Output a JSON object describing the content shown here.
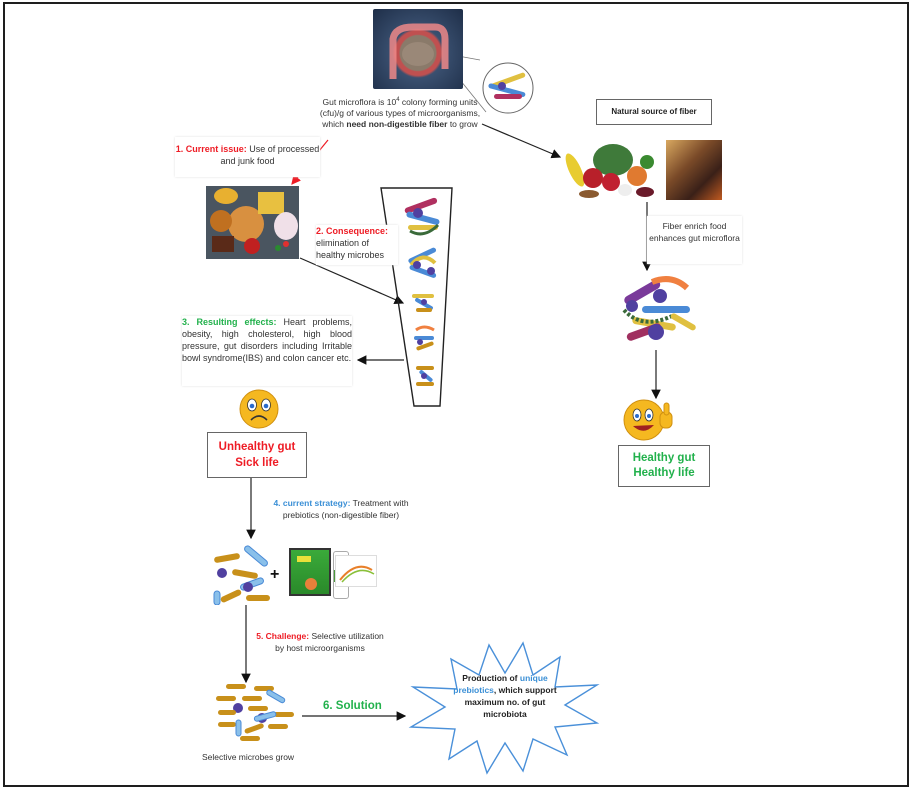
{
  "intro": {
    "text_a": "Gut microflora is 10",
    "sup": "4",
    "text_b": " colony forming units (cfu)/g of various types of microorganisms, which ",
    "bold": "need non-digestible fiber",
    "text_c": " to grow"
  },
  "natural_source": {
    "label": "Natural source of fiber"
  },
  "fiber_note": {
    "text": "Fiber enrich food enhances gut microflora"
  },
  "step1": {
    "label": "1. Current issue:",
    "text": " Use of processed and junk food"
  },
  "step2": {
    "label": "2. Consequence:",
    "text": " elimination of healthy microbes"
  },
  "step3": {
    "label": "3. Resulting effects:",
    "text": " Heart problems, obesity, high cholesterol, high blood pressure, gut disorders including Irritable bowl syndrome(IBS) and colon cancer etc."
  },
  "unhealthy": {
    "line1": "Unhealthy gut",
    "line2": "Sick life"
  },
  "healthy": {
    "line1": "Healthy gut",
    "line2": "Healthy life"
  },
  "step4": {
    "label": "4. current strategy:",
    "text": " Treatment with prebiotics (non-digestible fiber)"
  },
  "plus": "+",
  "step5": {
    "label": "5. Challenge:",
    "text": " Selective utilization by host microorganisms"
  },
  "selective_caption": "Selective microbes grow",
  "step6": {
    "label": "6. Solution"
  },
  "burst": {
    "text_a": "Production of ",
    "highlight": "unique prebiotics",
    "text_b": ", which support maximum no. of gut microbiota"
  },
  "colors": {
    "red": "#ee1c25",
    "green": "#22b14c",
    "blue": "#3a8fd6",
    "burst_outline": "#4a90d9"
  }
}
